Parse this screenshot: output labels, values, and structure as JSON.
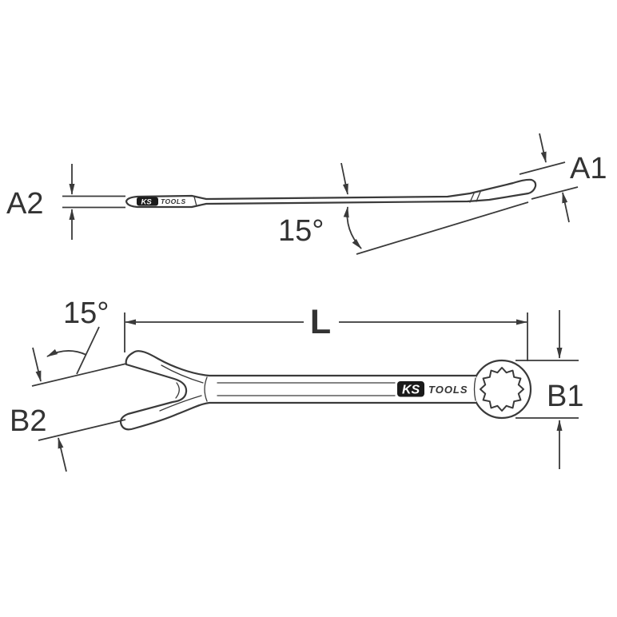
{
  "page": {
    "background": "#ffffff",
    "line_color": "#3a3a3a",
    "label_color": "#333333",
    "brand_box_color": "#1a1a1a"
  },
  "side_view": {
    "labels": {
      "a2": "A2",
      "a1": "A1",
      "angle": "15°"
    },
    "brand": {
      "ks": "KS",
      "tools": "TOOLS"
    }
  },
  "top_view": {
    "labels": {
      "length": "L",
      "b1": "B1",
      "b2": "B2",
      "angle": "15°"
    },
    "brand": {
      "ks": "KS",
      "tools": "TOOLS"
    }
  }
}
